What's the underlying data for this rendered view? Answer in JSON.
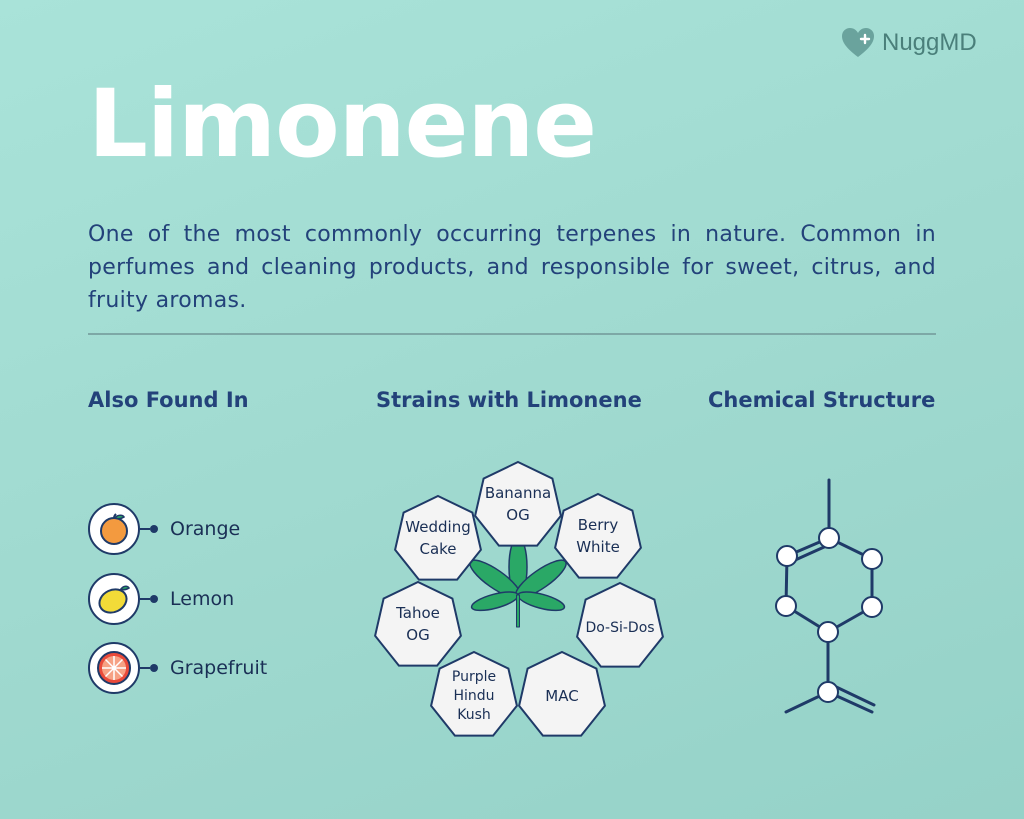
{
  "brand": {
    "name": "NuggMD"
  },
  "title": "Limonene",
  "description": "One of the most commonly occurring terpenes in nature. Common in perfumes and cleaning products, and responsible for sweet, citrus, and fruity aromas.",
  "sections": {
    "found_in": "Also Found In",
    "strains": "Strains with Limonene",
    "structure": "Chemical Structure"
  },
  "sources": [
    {
      "name": "Orange",
      "icon": "orange-icon"
    },
    {
      "name": "Lemon",
      "icon": "lemon-icon"
    },
    {
      "name": "Grapefruit",
      "icon": "grapefruit-icon"
    }
  ],
  "strains": [
    {
      "line1": "Bananna",
      "line2": "OG",
      "line3": ""
    },
    {
      "line1": "Berry",
      "line2": "White",
      "line3": ""
    },
    {
      "line1": "Do-Si-Dos",
      "line2": "",
      "line3": ""
    },
    {
      "line1": "MAC",
      "line2": "",
      "line3": ""
    },
    {
      "line1": "Purple",
      "line2": "Hindu",
      "line3": "Kush"
    },
    {
      "line1": "Tahoe",
      "line2": "OG",
      "line3": ""
    },
    {
      "line1": "Wedding",
      "line2": "Cake",
      "line3": ""
    }
  ],
  "colors": {
    "navy": "#1f3a68",
    "leaf": "#2aa866",
    "orange": "#f39a3f",
    "lemon": "#f2db38",
    "grapefruit": "#ea4a3a"
  }
}
